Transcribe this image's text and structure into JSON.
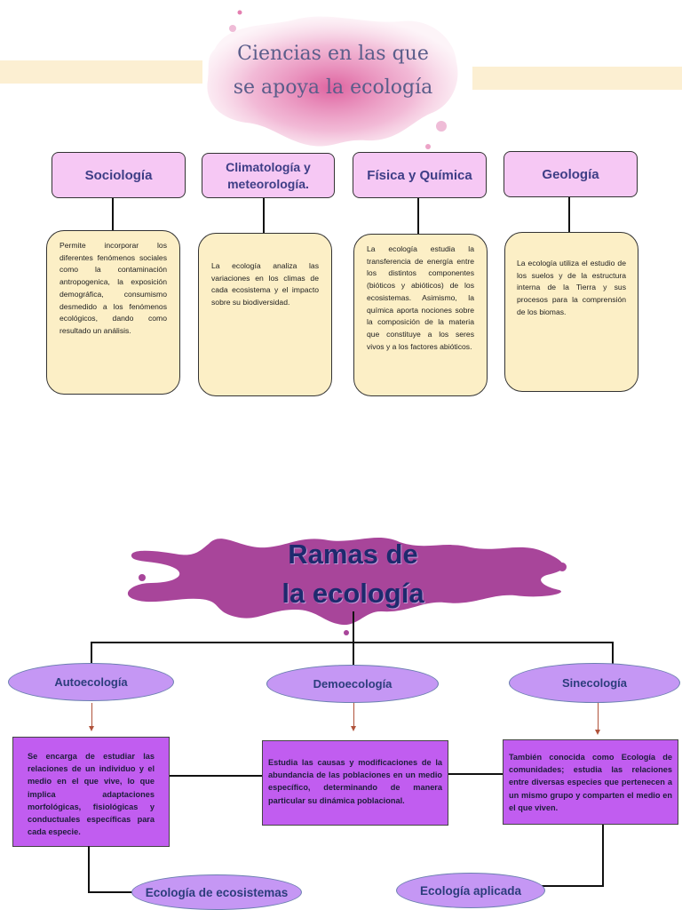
{
  "section1": {
    "title_line1": "Ciencias en las que",
    "title_line2": "se apoya la ecología",
    "sciences": [
      {
        "label": "Sociología",
        "description": "Permite incorporar los diferentes fenómenos sociales como la contaminación antropogenica, la exposición demográfica, consumismo desmedido a los fenómenos ecológicos, dando como resultado un análisis."
      },
      {
        "label": "Climatología y meteorología.",
        "description": "La ecología analiza las variaciones en los climas de cada ecosistema y el impacto sobre su biodiversidad."
      },
      {
        "label": "Física y Química",
        "description": "La ecología estudia la transferencia de energía entre los distintos componentes (bióticos y abióticos) de los ecosistemas. Asimismo, la química aporta nociones sobre la composición de la materia que constituye a los seres vivos y a los factores abióticos."
      },
      {
        "label": "Geología",
        "description": "La ecología utiliza el estudio de los suelos y de la estructura interna de la Tierra y sus procesos para la comprensión de los biomas."
      }
    ]
  },
  "section2": {
    "title_line1": "Ramas de",
    "title_line2": "la ecología",
    "branches": [
      {
        "label": "Autoecología",
        "description": "Se encarga de estudiar las relaciones de un individuo y el medio en el que vive, lo que implica adaptaciones morfológicas, fisiológicas y conductuales específicas para cada especie."
      },
      {
        "label": "Demoecología",
        "description": "Estudia las causas y modificaciones de la abundancia de las poblaciones en un medio específico, determinando de manera particular su dinámica poblacional."
      },
      {
        "label": "Sinecología",
        "description": "También conocida como Ecología de comunidades; estudia las relaciones entre diversas especies que pertenecen a un mismo grupo y comparten el medio en el que viven."
      }
    ],
    "bottom_branches": [
      {
        "label": "Ecología de ecosistemas"
      },
      {
        "label": "Ecología aplicada"
      }
    ]
  },
  "colors": {
    "science_box": "#f6c8f4",
    "description_box": "#fcefc6",
    "branch_oval": "#c597f4",
    "branch_box": "#c15df0",
    "title2_splash": "#a8459a",
    "title1_splash": "#e37fb4"
  }
}
